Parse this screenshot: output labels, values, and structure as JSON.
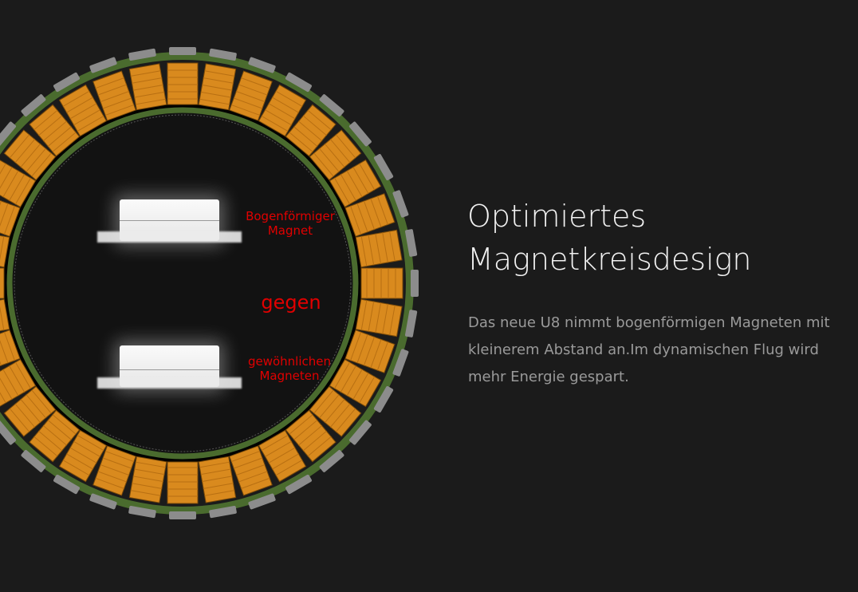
{
  "diagram": {
    "label_arc": [
      "Bogenförmiger",
      "Magnet"
    ],
    "label_vs": "gegen",
    "label_normal": [
      "gewöhnlichen",
      "Magneten"
    ],
    "colors": {
      "coil": "#d98a1e",
      "green": "#4a6b2e",
      "segment": "#8c8c8c",
      "label": "#e10000"
    },
    "tooth_count": 36
  },
  "heading": {
    "line1": "Optimiertes",
    "line2": "Magnetkreisdesign"
  },
  "description": "Das neue U8 nimmt bogenförmigen Magneten mit kleinerem Abstand an.Im dynamischen Flug wird mehr Energie gespart."
}
